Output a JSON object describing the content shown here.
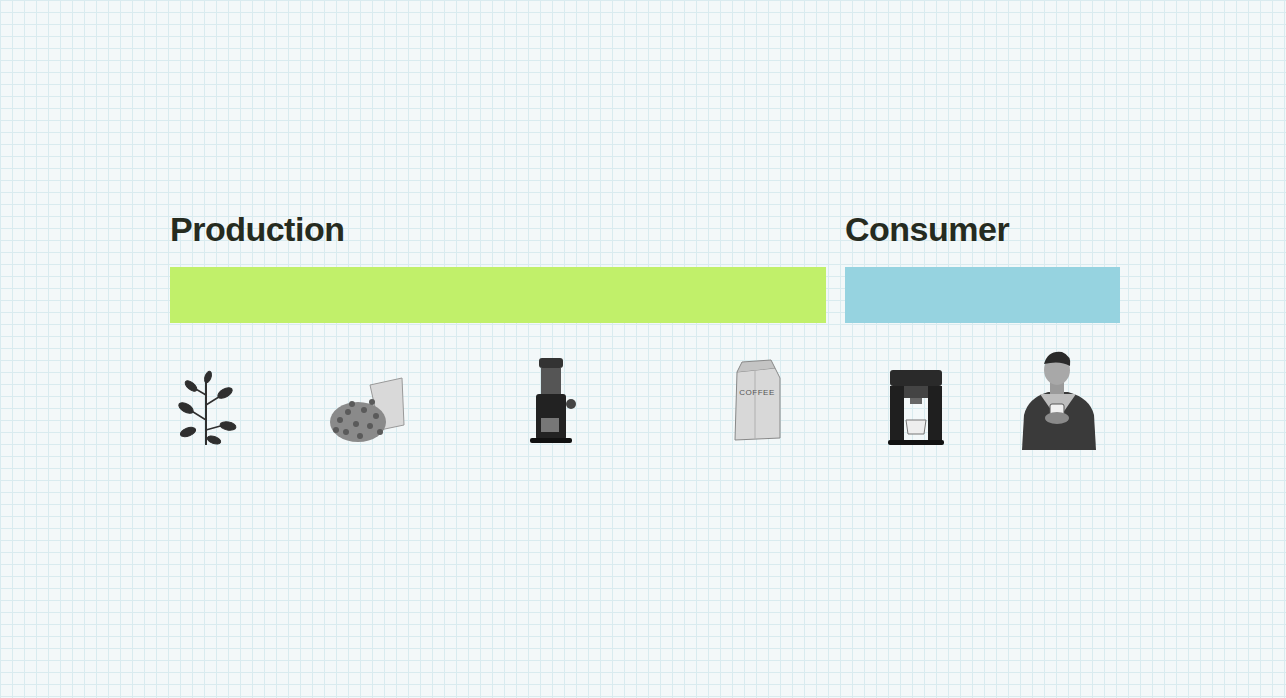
{
  "diagram": {
    "nodes": [
      {
        "text": [
          "Production"
        ]
      },
      {
        "text": [
          "Consumer"
        ]
      }
    ],
    "labels": [
      "COFFEE"
    ]
  }
}
